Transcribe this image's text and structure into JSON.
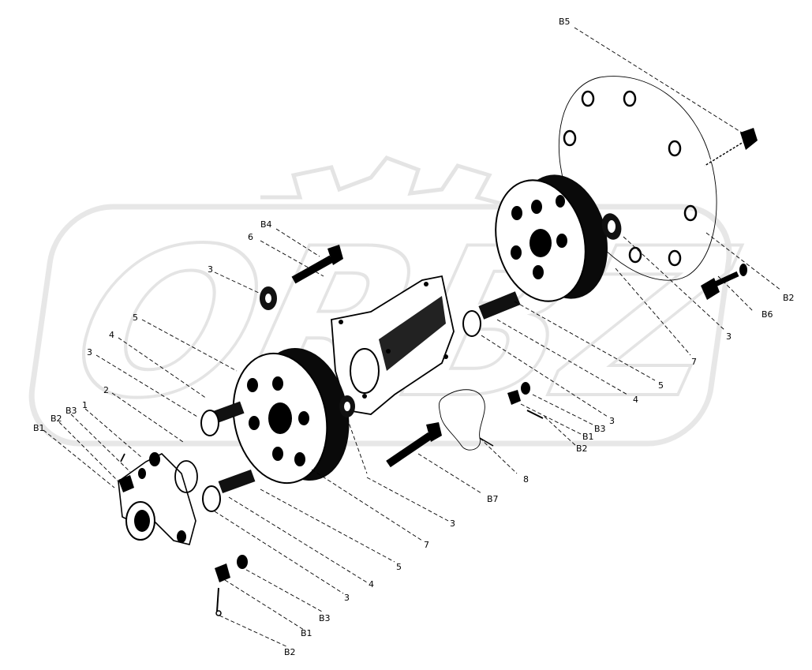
{
  "labels": {
    "b5": "B5",
    "b4": "B4",
    "b6": "B6",
    "b7": "B7",
    "b1": "B1",
    "b2": "B2",
    "b3": "B3",
    "n1": "1",
    "n2": "2",
    "n3": "3",
    "n4": "4",
    "n5": "5",
    "n6": "6",
    "n7": "7",
    "n8": "8"
  },
  "watermark": "ORBZ",
  "colors": {
    "ink": "#000000",
    "watermark": "#d8d8d8",
    "paper": "#ffffff"
  }
}
